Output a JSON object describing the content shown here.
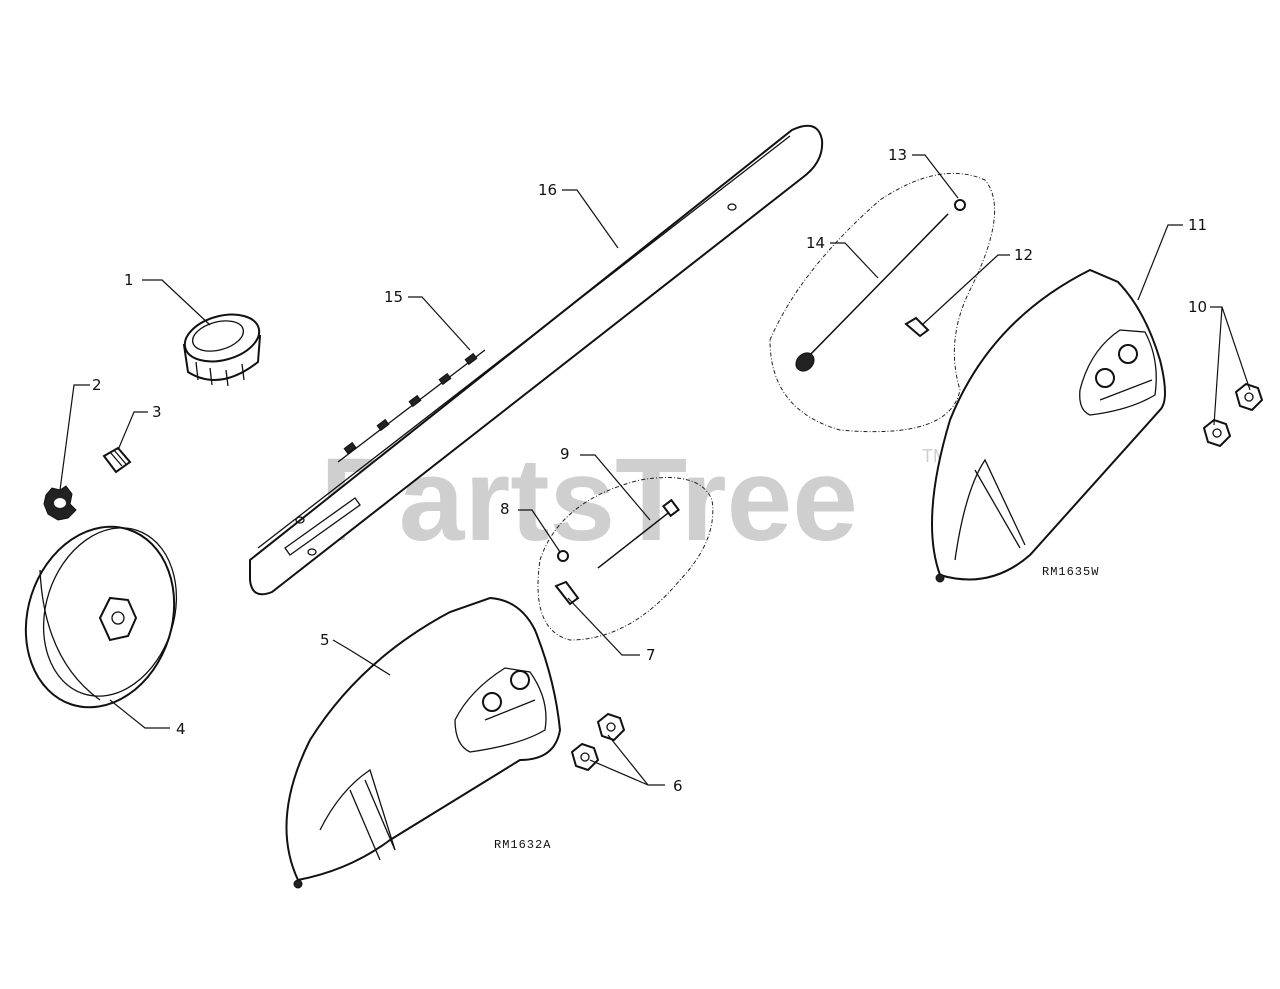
{
  "watermark": {
    "text": "PartsTree",
    "trademark": "TM"
  },
  "sheet_codes": [
    "RM1632A",
    "RM1635W"
  ],
  "callouts": [
    {
      "id": "c1",
      "label": "1"
    },
    {
      "id": "c2",
      "label": "2"
    },
    {
      "id": "c3",
      "label": "3"
    },
    {
      "id": "c4",
      "label": "4"
    },
    {
      "id": "c5",
      "label": "5"
    },
    {
      "id": "c6",
      "label": "6"
    },
    {
      "id": "c7",
      "label": "7"
    },
    {
      "id": "c8",
      "label": "8"
    },
    {
      "id": "c9",
      "label": "9"
    },
    {
      "id": "c10",
      "label": "10"
    },
    {
      "id": "c11",
      "label": "11"
    },
    {
      "id": "c12",
      "label": "12"
    },
    {
      "id": "c13",
      "label": "13"
    },
    {
      "id": "c14",
      "label": "14"
    },
    {
      "id": "c15",
      "label": "15"
    },
    {
      "id": "c16",
      "label": "16"
    }
  ]
}
